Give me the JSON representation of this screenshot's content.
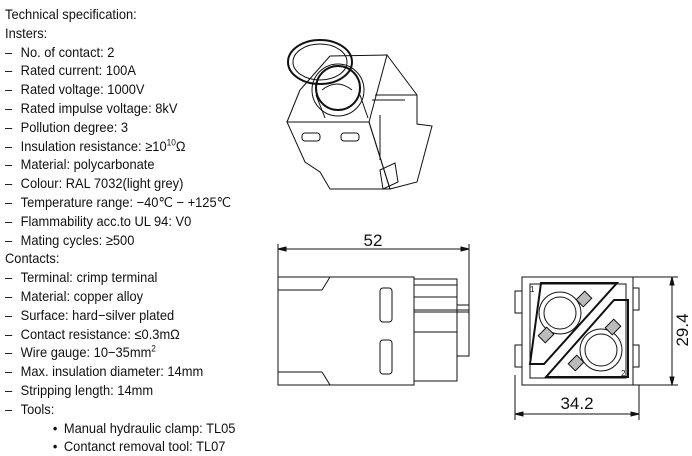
{
  "spec": {
    "title": "Technical specification:",
    "inserts_heading": "Insters:",
    "inserts": [
      "No. of contact: 2",
      "Rated current: 100A",
      "Rated voltage: 1000V",
      "Rated impulse voltage: 8kV",
      "Pollution degree: 3",
      "Insulation resistance: ≥10",
      "Material: polycarbonate",
      "Colour: RAL 7032(light grey)",
      "Temperature range: −40℃ − +125℃",
      "Flammability acc.to UL 94: V0",
      "Mating cycles: ≥500"
    ],
    "insulation_exponent": "10",
    "insulation_unit": "Ω",
    "contacts_heading": "Contacts:",
    "contacts": [
      "Terminal: crimp terminal",
      "Material: copper alloy",
      "Surface: hard−silver plated",
      "Contact resistance: ≤0.3mΩ",
      "Wire gauge: 10−35mm",
      "Max. insulation diameter: 14mm",
      "Stripping length: 14mm",
      "Tools:"
    ],
    "wire_gauge_exponent": "2",
    "tools": [
      "Manual hydraulic clamp:  TL05",
      "Contanct removal tool:  TL07"
    ]
  },
  "drawing": {
    "length_dim": "52",
    "height_dim": "29.4",
    "width_dim": "34.2",
    "contact_label_1": "1",
    "contact_label_2": "2"
  }
}
